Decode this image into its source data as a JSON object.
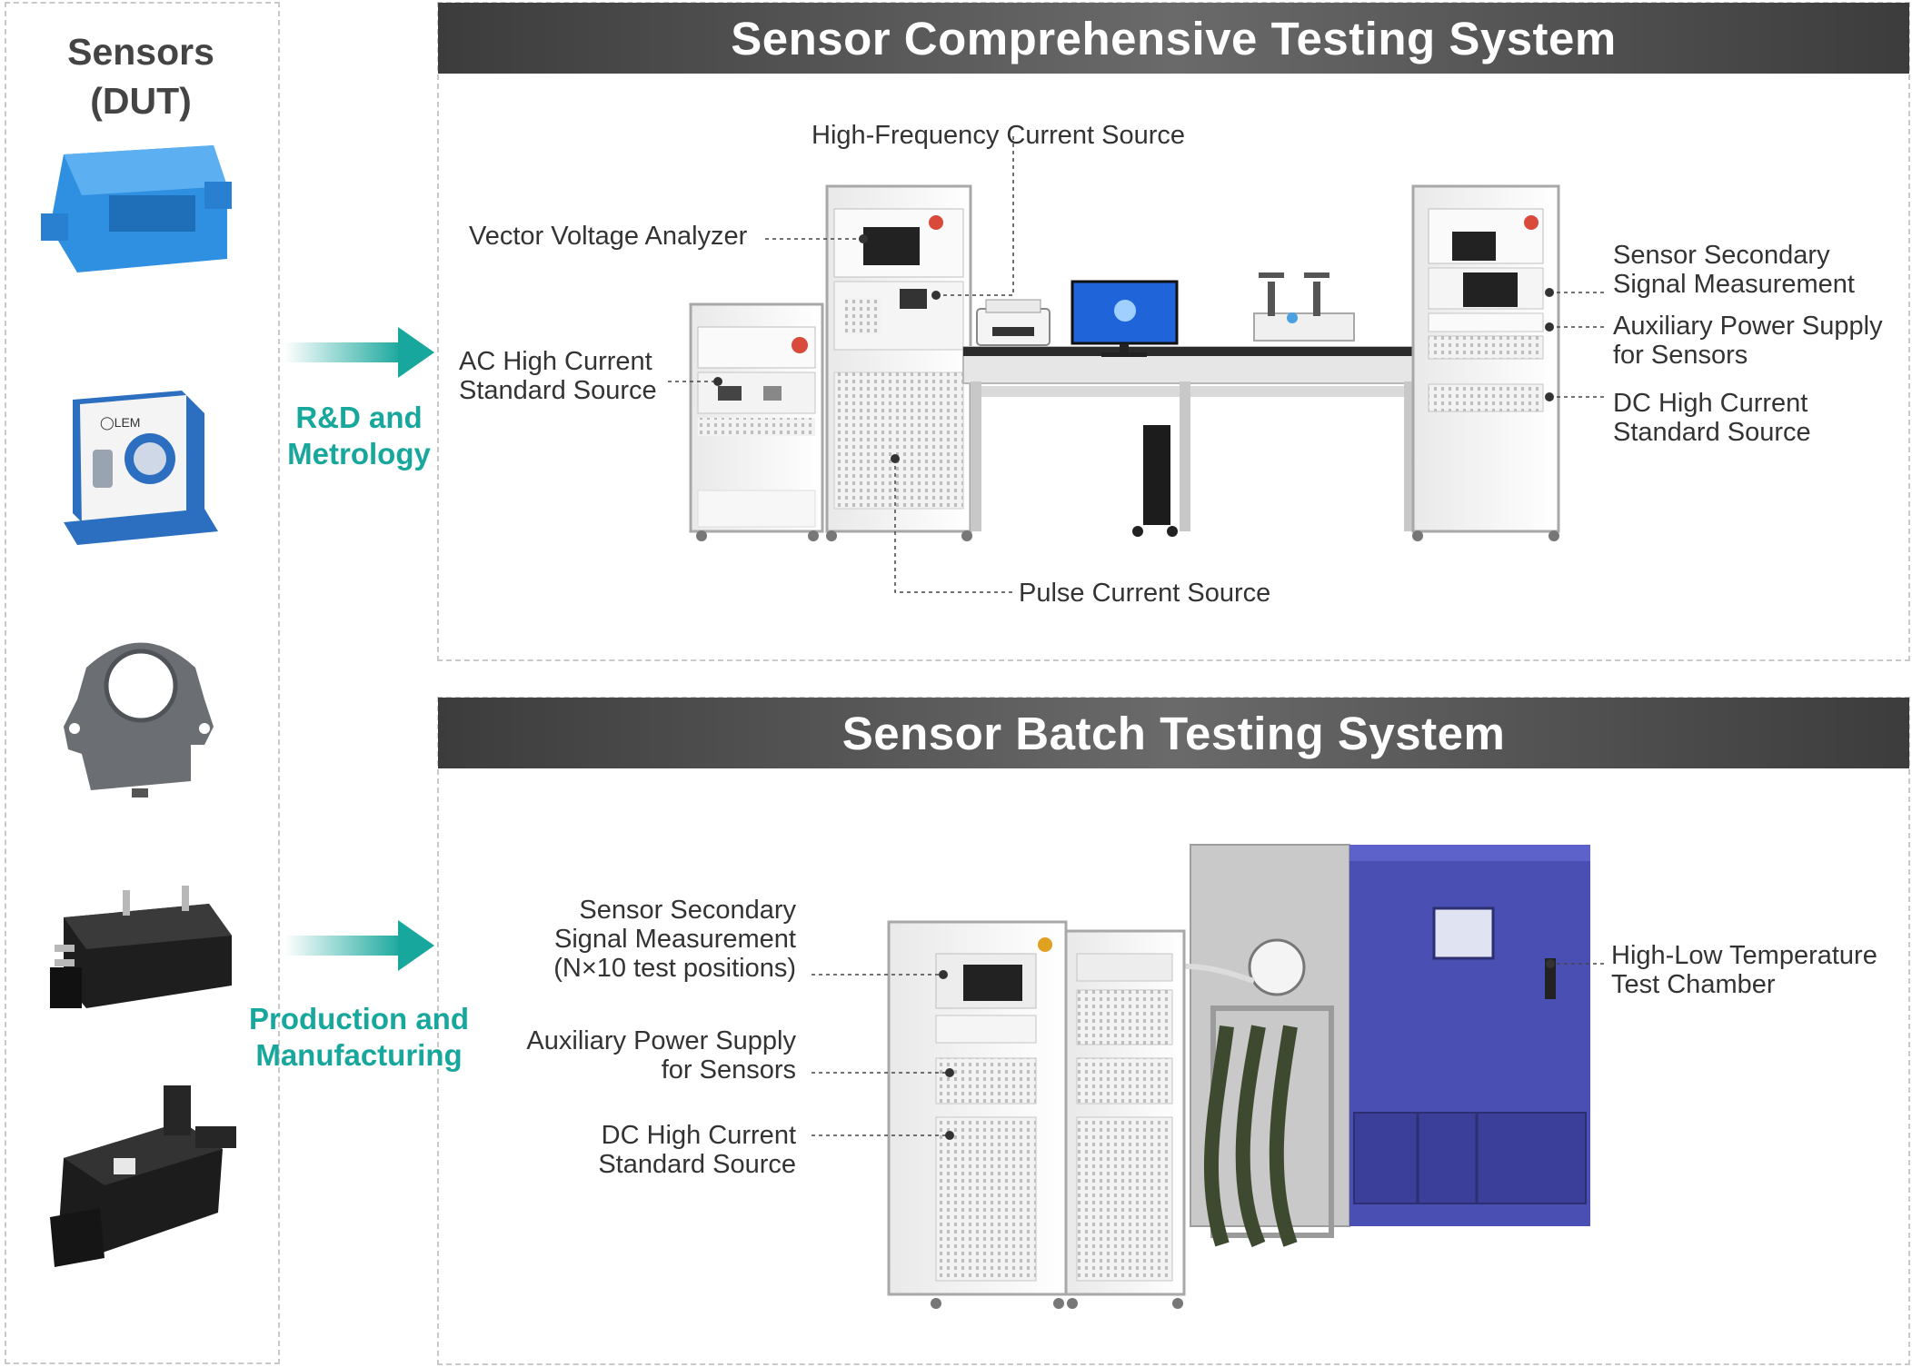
{
  "left_panel": {
    "title": "Sensors\n(DUT)",
    "flow_labels": [
      "R&D and\nMetrology",
      "Production and\nManufacturing"
    ],
    "sensor_icons": [
      "hall-current-sensor-blue-icon",
      "lem-ultrastab-sensor-icon",
      "ring-current-sensor-icon",
      "voltage-module-sensor-icon",
      "hv-voltage-sensor-icon"
    ]
  },
  "comprehensive": {
    "title": "Sensor Comprehensive Testing System",
    "labels": {
      "hf_source": "High-Frequency Current Source",
      "vector_analyzer": "Vector Voltage Analyzer",
      "ac_source": "AC High Current\nStandard Source",
      "pulse_source": "Pulse Current Source",
      "secondary_meas": "Sensor Secondary\nSignal Measurement",
      "aux_power": "Auxiliary Power Supply\nfor Sensors",
      "dc_source": "DC High Current\nStandard Source"
    }
  },
  "batch": {
    "title": "Sensor Batch Testing System",
    "labels": {
      "secondary_meas": "Sensor Secondary\nSignal Measurement\n(N×10 test positions)",
      "aux_power": "Auxiliary Power Supply\nfor Sensors",
      "dc_source": "DC High Current\nStandard Source",
      "chamber": "High-Low Temperature\nTest Chamber"
    }
  },
  "colors": {
    "accent": "#17a79c",
    "banner": "#4a4a4a",
    "dash": "#c9c9c9",
    "chamber": "#4a4fb3"
  }
}
